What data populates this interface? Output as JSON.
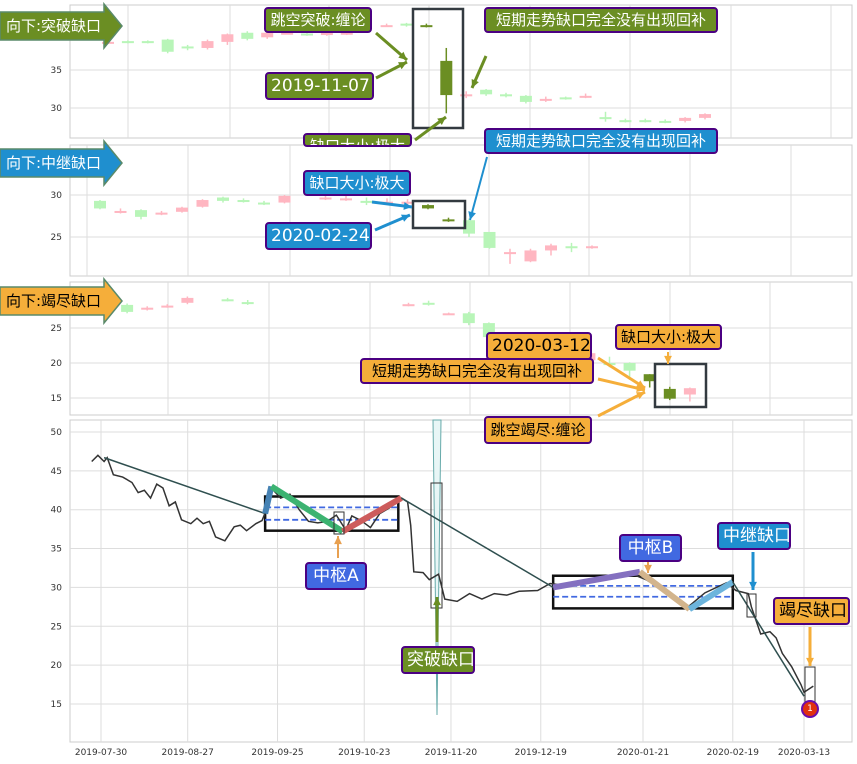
{
  "colors": {
    "up": "#ffb6c1",
    "down": "#b8f5b8",
    "highlight": "#6b8e23",
    "olive": "#6b8e23",
    "blue": "#1f8fcf",
    "royal": "#4169e1",
    "orange": "#f5ae3a"
  },
  "panels": [
    {
      "flag": "向下:突破缺口",
      "yticks": [
        35,
        30
      ],
      "labels": {
        "gap_type": "跳空突破:缠论",
        "no_fill": "短期走势缺口完全没有出现回补",
        "date": "2019-11-07",
        "size": "缺口大小:极大"
      },
      "candles": [
        [
          0,
          38.5,
          38.7,
          38.8,
          38.4,
          0
        ],
        [
          1,
          38.8,
          38.7,
          38.9,
          38.5,
          0
        ],
        [
          2,
          38.8,
          38.7,
          38.9,
          38.5,
          0
        ],
        [
          3,
          39,
          37.4,
          39.1,
          37.2,
          0
        ],
        [
          4,
          38.1,
          37.9,
          38.3,
          37.6,
          0
        ],
        [
          5,
          37.9,
          38.8,
          39,
          37.7,
          0
        ],
        [
          6,
          38.7,
          39.7,
          39.8,
          38.3,
          0
        ],
        [
          7,
          39.9,
          39.1,
          40.1,
          38.9,
          0
        ],
        [
          8,
          39.3,
          39.9,
          40.1,
          39.1,
          0
        ],
        [
          9,
          39.8,
          39.9,
          40,
          39.7,
          0
        ],
        [
          10,
          39.8,
          39.7,
          40,
          39.5,
          0
        ],
        [
          11,
          39.6,
          39.9,
          40,
          39.5,
          0
        ],
        [
          12,
          39.8,
          39.9,
          40,
          39.6,
          0
        ],
        [
          14,
          40.8,
          40.9,
          41.1,
          40.7,
          0
        ],
        [
          15,
          41.1,
          41,
          41.2,
          40.7,
          0
        ],
        [
          16,
          40.9,
          40.8,
          41.1,
          40.6,
          1
        ],
        [
          17,
          36.2,
          31.7,
          37.9,
          29.3,
          1
        ],
        [
          18,
          31.7,
          31.8,
          32.2,
          31.3,
          0
        ],
        [
          19,
          32.4,
          31.8,
          32.5,
          31.6,
          0
        ],
        [
          20,
          31.8,
          31.7,
          32,
          31.4,
          0
        ],
        [
          21,
          31.6,
          30.8,
          31.7,
          30.6,
          0
        ],
        [
          22,
          31.1,
          31.2,
          31.5,
          30.8,
          0
        ],
        [
          23,
          31.4,
          31.3,
          31.5,
          31.1,
          0
        ],
        [
          24,
          31.5,
          31.6,
          31.9,
          31.3,
          0
        ],
        [
          25,
          28.8,
          28.7,
          29.5,
          28.2,
          0
        ],
        [
          26,
          28.4,
          28.3,
          28.6,
          28.1,
          0
        ],
        [
          27,
          28.4,
          28.3,
          28.6,
          28.1,
          0
        ],
        [
          28,
          28.3,
          28.2,
          28.5,
          28
        ],
        [
          29,
          28.3,
          28.7,
          28.8,
          28.1,
          0
        ],
        [
          30,
          28.7,
          29.2,
          29.3,
          28.5,
          0
        ]
      ]
    },
    {
      "flag": "向下:中继缺口",
      "yticks": [
        30,
        25
      ],
      "labels": {
        "no_fill": "短期走势缺口完全没有出现回补",
        "size": "缺口大小:极大",
        "date": "2020-02-24"
      },
      "candles": [
        [
          0,
          29.3,
          28.4,
          29.4,
          28.3,
          0
        ],
        [
          1,
          28,
          28.1,
          28.4,
          27.8,
          0
        ],
        [
          2,
          28.2,
          27.4,
          28.3,
          27.1,
          0
        ],
        [
          3,
          27.8,
          27.9,
          28.1,
          27.6,
          0
        ],
        [
          4,
          28,
          28.5,
          28.6,
          27.9,
          0
        ],
        [
          5,
          28.6,
          29.4,
          29.5,
          28.5,
          0
        ],
        [
          6,
          29.7,
          29.3,
          29.8,
          29.1,
          0
        ],
        [
          7,
          29.4,
          29.3,
          29.6,
          29.1,
          0
        ],
        [
          8,
          29.1,
          29,
          29.3,
          28.8,
          0
        ],
        [
          9,
          29.1,
          29.9,
          30,
          29,
          0
        ],
        [
          11,
          29.6,
          29.7,
          30,
          29.4,
          0
        ],
        [
          12,
          29.5,
          29.6,
          30,
          29.3,
          0
        ],
        [
          13,
          29.3,
          29.2,
          29.7,
          28.8,
          0
        ],
        [
          14,
          29.1,
          29.2,
          29.6,
          28.9,
          0
        ],
        [
          15,
          29,
          29.2,
          29.5,
          28.7,
          0
        ],
        [
          16,
          28.8,
          28.4,
          28.9,
          28.3,
          1
        ],
        [
          17,
          27.1,
          27,
          27.3,
          26.8,
          1
        ],
        [
          18,
          27,
          25.4,
          27.2,
          25,
          0
        ],
        [
          19,
          25.6,
          23.7,
          25.6,
          23.6,
          0
        ],
        [
          20,
          23.2,
          23.2,
          23.6,
          21.8,
          0
        ],
        [
          21,
          22.1,
          23.4,
          23.6,
          22,
          0
        ],
        [
          22,
          23.4,
          24,
          24.2,
          22.8,
          0
        ],
        [
          23,
          23.9,
          23.8,
          24.3,
          23.2,
          0
        ],
        [
          24,
          23.8,
          23.9,
          24,
          23.6,
          0
        ]
      ]
    },
    {
      "flag": "向下:竭尽缺口",
      "yticks": [
        25,
        20,
        15
      ],
      "labels": {
        "date": "2020-03-12",
        "size": "缺口大小:极大",
        "no_fill": "短期走势缺口完全没有出现回补",
        "gap_type": "跳空竭尽:缠论"
      },
      "candles": [
        [
          1,
          28.3,
          27.3,
          28.5,
          27.1,
          0
        ],
        [
          2,
          27.8,
          27.9,
          28.1,
          27.5,
          0
        ],
        [
          3,
          28,
          28.2,
          28.4,
          27.9,
          0
        ],
        [
          4,
          28.6,
          29.3,
          29.5,
          28.4,
          0
        ],
        [
          6,
          29.1,
          29,
          29.3,
          28.8,
          0
        ],
        [
          7,
          28.7,
          28.6,
          29,
          28.3,
          0
        ],
        [
          15,
          28.2,
          28.4,
          28.6,
          28.1,
          0
        ],
        [
          16,
          28.6,
          28.4,
          28.9,
          28.2,
          0
        ],
        [
          17,
          27.1,
          27.1,
          27.2,
          26.9,
          0
        ],
        [
          18,
          27.1,
          25.7,
          27.3,
          25.4,
          0
        ],
        [
          19,
          25.7,
          23.7,
          25.8,
          23.6,
          0
        ],
        [
          24,
          20.4,
          21.4,
          21.6,
          20.1,
          0
        ],
        [
          25,
          20,
          19.7,
          20.9,
          19.4,
          0
        ],
        [
          26,
          20,
          18.9,
          20.1,
          17.6,
          0
        ],
        [
          27,
          18.4,
          17.4,
          18.4,
          16.5,
          1
        ],
        [
          28,
          16.3,
          14.9,
          16.6,
          14.7,
          1
        ],
        [
          29,
          15.5,
          16.4,
          16.5,
          14.5,
          0
        ]
      ]
    }
  ],
  "chart_data": {
    "type": "line",
    "title": "",
    "xlabel": "",
    "ylabel": "",
    "ylim": [
      12,
      51
    ],
    "yticks": [
      50,
      45,
      40,
      35,
      30,
      25,
      20,
      15
    ],
    "xticks": [
      "2019-07-30",
      "2019-08-27",
      "2019-09-25",
      "2019-10-23",
      "2019-11-20",
      "2019-12-19",
      "2020-01-21",
      "2020-02-19",
      "2020-03-13"
    ],
    "price": [
      [
        "2019-07-27",
        46.2
      ],
      [
        "2019-07-29",
        47
      ],
      [
        "2019-07-31",
        46.2
      ],
      [
        "2019-08-01",
        46.7
      ],
      [
        "2019-08-03",
        44.5
      ],
      [
        "2019-08-06",
        44.2
      ],
      [
        "2019-08-09",
        43.5
      ],
      [
        "2019-08-11",
        42.2
      ],
      [
        "2019-08-13",
        42.5
      ],
      [
        "2019-08-15",
        41.5
      ],
      [
        "2019-08-17",
        43.3
      ],
      [
        "2019-08-19",
        42.8
      ],
      [
        "2019-08-21",
        40.5
      ],
      [
        "2019-08-23",
        41
      ],
      [
        "2019-08-25",
        38.7
      ],
      [
        "2019-08-28",
        38.2
      ],
      [
        "2019-08-30",
        38.9
      ],
      [
        "2019-09-01",
        38.2
      ],
      [
        "2019-09-03",
        38.5
      ],
      [
        "2019-09-05",
        36.5
      ],
      [
        "2019-09-08",
        36
      ],
      [
        "2019-09-11",
        37.8
      ],
      [
        "2019-09-13",
        38
      ],
      [
        "2019-09-15",
        37.3
      ],
      [
        "2019-09-18",
        38.2
      ],
      [
        "2019-09-20",
        38.6
      ],
      [
        "2019-09-21",
        39.6
      ],
      [
        "2019-09-23",
        42.8
      ],
      [
        "2019-09-26",
        41.5
      ],
      [
        "2019-09-29",
        42
      ],
      [
        "2019-10-02",
        40
      ],
      [
        "2019-10-05",
        38.5
      ],
      [
        "2019-10-08",
        38.3
      ],
      [
        "2019-10-11",
        38.5
      ],
      [
        "2019-10-14",
        39.3
      ],
      [
        "2019-10-17",
        37.4
      ],
      [
        "2019-10-19",
        39.2
      ],
      [
        "2019-10-22",
        38.6
      ],
      [
        "2019-10-25",
        37.7
      ],
      [
        "2019-10-28",
        39.5
      ],
      [
        "2019-10-31",
        40.2
      ],
      [
        "2019-11-04",
        41.5
      ],
      [
        "2019-11-06",
        41
      ],
      [
        "2019-11-07",
        38
      ],
      [
        "2019-11-08",
        32
      ],
      [
        "2019-11-11",
        31.9
      ],
      [
        "2019-11-13",
        31
      ],
      [
        "2019-11-16",
        31.7
      ],
      [
        "2019-11-18",
        28.5
      ],
      [
        "2019-11-22",
        28.2
      ],
      [
        "2019-11-26",
        29.2
      ],
      [
        "2019-11-30",
        28.5
      ],
      [
        "2019-12-04",
        29.2
      ],
      [
        "2019-12-08",
        29
      ],
      [
        "2019-12-12",
        29.5
      ],
      [
        "2019-12-18",
        29.6
      ],
      [
        "2019-12-22",
        30.5
      ],
      [
        "2019-12-26",
        30.3
      ],
      [
        "2020-01-02",
        30.8
      ],
      [
        "2020-01-10",
        31.2
      ],
      [
        "2020-01-17",
        31.8
      ],
      [
        "2020-01-22",
        31
      ],
      [
        "2020-01-28",
        29.5
      ],
      [
        "2020-02-04",
        27.3
      ],
      [
        "2020-02-10",
        29.3
      ],
      [
        "2020-02-17",
        30.6
      ],
      [
        "2020-02-20",
        29.6
      ],
      [
        "2020-02-24",
        29.2
      ],
      [
        "2020-02-25",
        27.5
      ],
      [
        "2020-02-28",
        24
      ],
      [
        "2020-03-02",
        24.3
      ],
      [
        "2020-03-04",
        23.5
      ],
      [
        "2020-03-06",
        21.5
      ],
      [
        "2020-03-09",
        19.8
      ],
      [
        "2020-03-12",
        17.5
      ],
      [
        "2020-03-13",
        16.5
      ],
      [
        "2020-03-16",
        17.3
      ]
    ],
    "strokes": [
      {
        "from": [
          "2019-07-31",
          46.7
        ],
        "to": [
          "2019-09-21",
          39.5
        ],
        "color": "#2f4f4f",
        "thin": true
      },
      {
        "from": [
          "2019-09-21",
          39.5
        ],
        "to": [
          "2019-09-23",
          43
        ],
        "color": "#4682b4"
      },
      {
        "from": [
          "2019-09-23",
          43
        ],
        "to": [
          "2019-10-16",
          37.2
        ],
        "color": "#3cb371"
      },
      {
        "from": [
          "2019-10-16",
          37.2
        ],
        "to": [
          "2019-11-04",
          41.5
        ],
        "color": "#cd5c5c"
      },
      {
        "from": [
          "2019-11-04",
          41.5
        ],
        "to": [
          "2019-12-23",
          30
        ],
        "color": "#2f4f4f",
        "thin": true
      },
      {
        "from": [
          "2019-12-23",
          30
        ],
        "to": [
          "2020-01-20",
          32
        ],
        "color": "#8470c0"
      },
      {
        "from": [
          "2020-01-20",
          32
        ],
        "to": [
          "2020-02-05",
          27.2
        ],
        "color": "#d2b48c"
      },
      {
        "from": [
          "2020-02-05",
          27.2
        ],
        "to": [
          "2020-02-19",
          30.7
        ],
        "color": "#6cb4dc"
      },
      {
        "from": [
          "2020-02-19",
          30.7
        ],
        "to": [
          "2020-03-13",
          16
        ],
        "color": "#2f4f4f",
        "thin": true
      }
    ],
    "pivots": [
      {
        "name": "中枢A",
        "start": "2019-09-21",
        "end": "2019-11-03",
        "low": 37.3,
        "high": 41.7,
        "zg": 40.3,
        "zd": 38.7
      },
      {
        "name": "中枢B",
        "start": "2019-12-23",
        "end": "2020-02-19",
        "low": 27.3,
        "high": 31.5,
        "zg": 30.2,
        "zd": 28.8
      }
    ],
    "annotations": {
      "pivot_a": "中枢A",
      "pivot_b": "中枢B",
      "breakaway": "突破缺口",
      "runaway": "中继缺口",
      "exhaustion": "竭尽缺口",
      "marker": "1"
    }
  }
}
